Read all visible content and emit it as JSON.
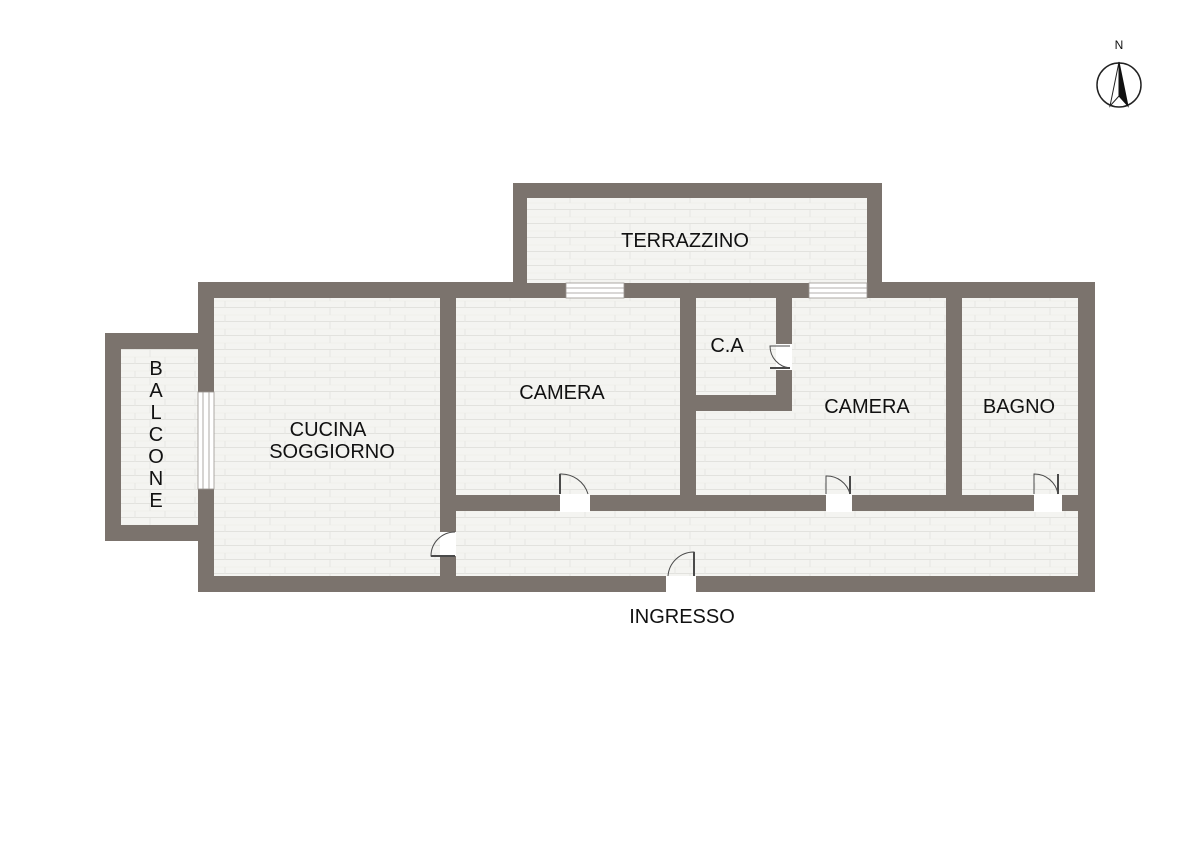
{
  "compass": {
    "label": "N",
    "icon": "north-arrow-icon"
  },
  "rooms": {
    "terrazzino": "TERRAZZINO",
    "balcone": [
      "B",
      "A",
      "L",
      "C",
      "O",
      "N",
      "E"
    ],
    "cucina_line1": "CUCINA",
    "cucina_line2": "SOGGIORNO",
    "camera_1": "CAMERA",
    "ca": "C.A",
    "camera_2": "CAMERA",
    "bagno": "BAGNO",
    "ingresso": "INGRESSO"
  },
  "colors": {
    "wall": "#7b736d",
    "floor": "#f4f4f1",
    "floor_line": "#e4e4e0",
    "door": "#4a4a4a"
  }
}
